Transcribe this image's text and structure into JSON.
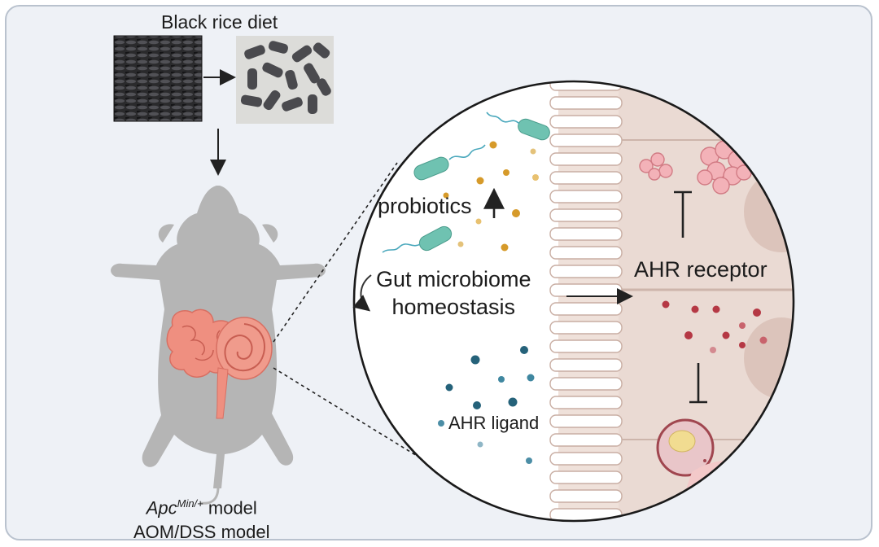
{
  "diet": {
    "title": "Black rice diet"
  },
  "circle": {
    "probiotics": "probiotics",
    "gut_line1": "Gut microbiome",
    "gut_line2": "homeostasis",
    "ahr_receptor": "AHR receptor",
    "ahr_ligand": "AHR ligand"
  },
  "model": {
    "gene": "Apc",
    "superscript": "Min/+",
    "line1_suffix": " model",
    "line2": "AOM/DSS model"
  },
  "colors": {
    "background": "#eef1f6",
    "border": "#b9c2ce",
    "bacteria": "#6fc2b1",
    "metabolite_gold": "#d69a2a",
    "ligand_blue": "#25627a",
    "receptor_red": "#b53844",
    "tumor_pink": "#f3b2b8",
    "intestine": "#ef8f80",
    "mouse_grey": "#b5b5b5"
  },
  "icons": [
    "black-rice-photo",
    "diet-pellets-photo",
    "mouse-silhouette",
    "intestine-icon",
    "bacterium-icon",
    "tumor-cell-icon",
    "inhibition-icon",
    "arrow-icon"
  ]
}
